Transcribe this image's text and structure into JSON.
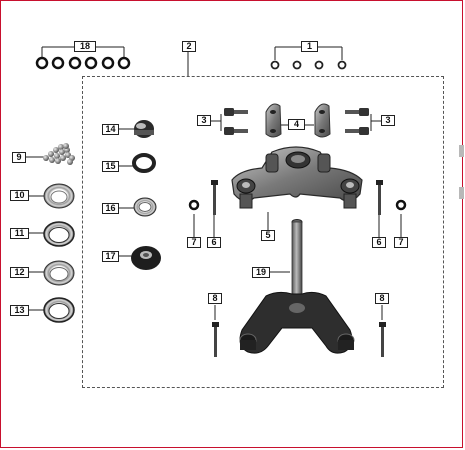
{
  "callouts": {
    "c1": "1",
    "c2": "2",
    "c3": "3",
    "c4": "4",
    "c5": "5",
    "c6": "6",
    "c7": "7",
    "c8": "8",
    "c9": "9",
    "c10": "10",
    "c11": "11",
    "c12": "12",
    "c13": "13",
    "c14": "14",
    "c15": "15",
    "c16": "16",
    "c17": "17",
    "c18": "18",
    "c19": "19"
  },
  "colors": {
    "frame": "#c8102e",
    "ink": "#222222",
    "part_dark": "#3a3a3a",
    "part_mid": "#8a8a8a"
  }
}
